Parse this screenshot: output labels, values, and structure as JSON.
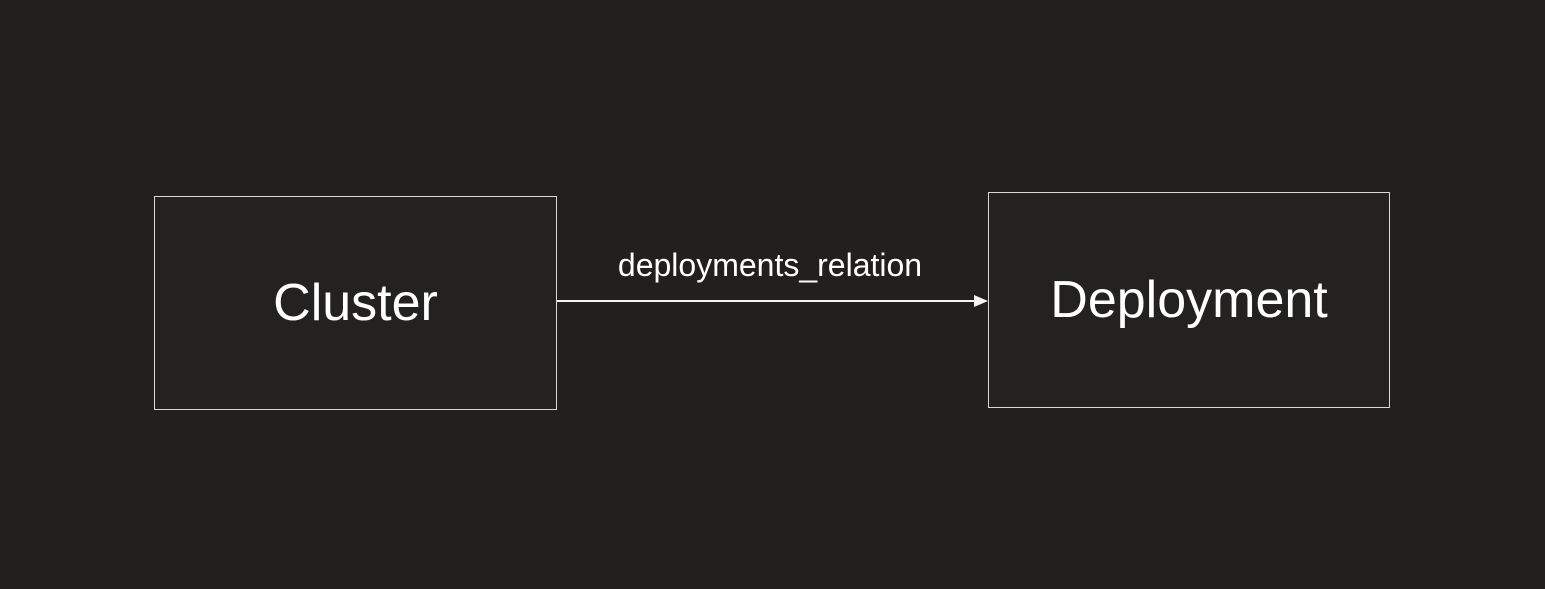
{
  "colors": {
    "background": "#221f1e",
    "node-fill": "#242221",
    "node-border": "#d8d8d8",
    "text": "#ffffff",
    "arrow": "#f4f4f4"
  },
  "diagram": {
    "nodes": [
      {
        "id": "cluster",
        "label": "Cluster"
      },
      {
        "id": "deployment",
        "label": "Deployment"
      }
    ],
    "edge": {
      "from": "cluster",
      "to": "deployment",
      "label": "deployments_relation"
    }
  }
}
